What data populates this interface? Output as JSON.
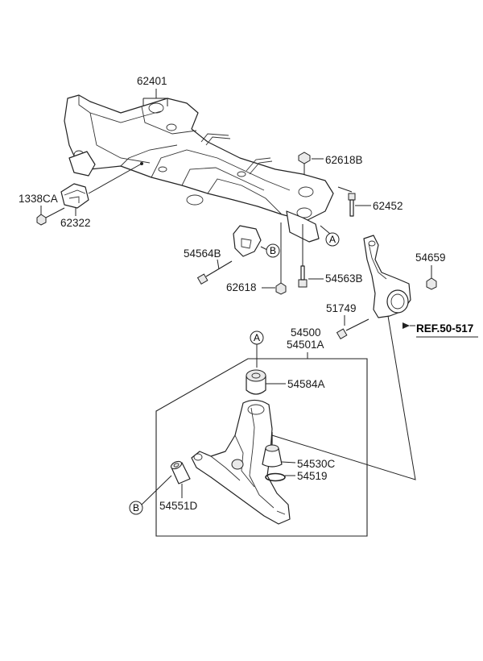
{
  "labels": {
    "p62401": "62401",
    "p62618B": "62618B",
    "p1338CA": "1338CA",
    "p62322": "62322",
    "p62452": "62452",
    "p54564B": "54564B",
    "p62618": "62618",
    "p54563B": "54563B",
    "p54659": "54659",
    "p51749": "51749",
    "ref": "REF.50-517",
    "p54500": "54500",
    "p54501A": "54501A",
    "p54584A": "54584A",
    "p54530C": "54530C",
    "p54519": "54519",
    "p54551D": "54551D"
  },
  "callouts": {
    "a_top": "A",
    "a_bottom": "A",
    "b_top": "B",
    "b_bottom": "B"
  }
}
